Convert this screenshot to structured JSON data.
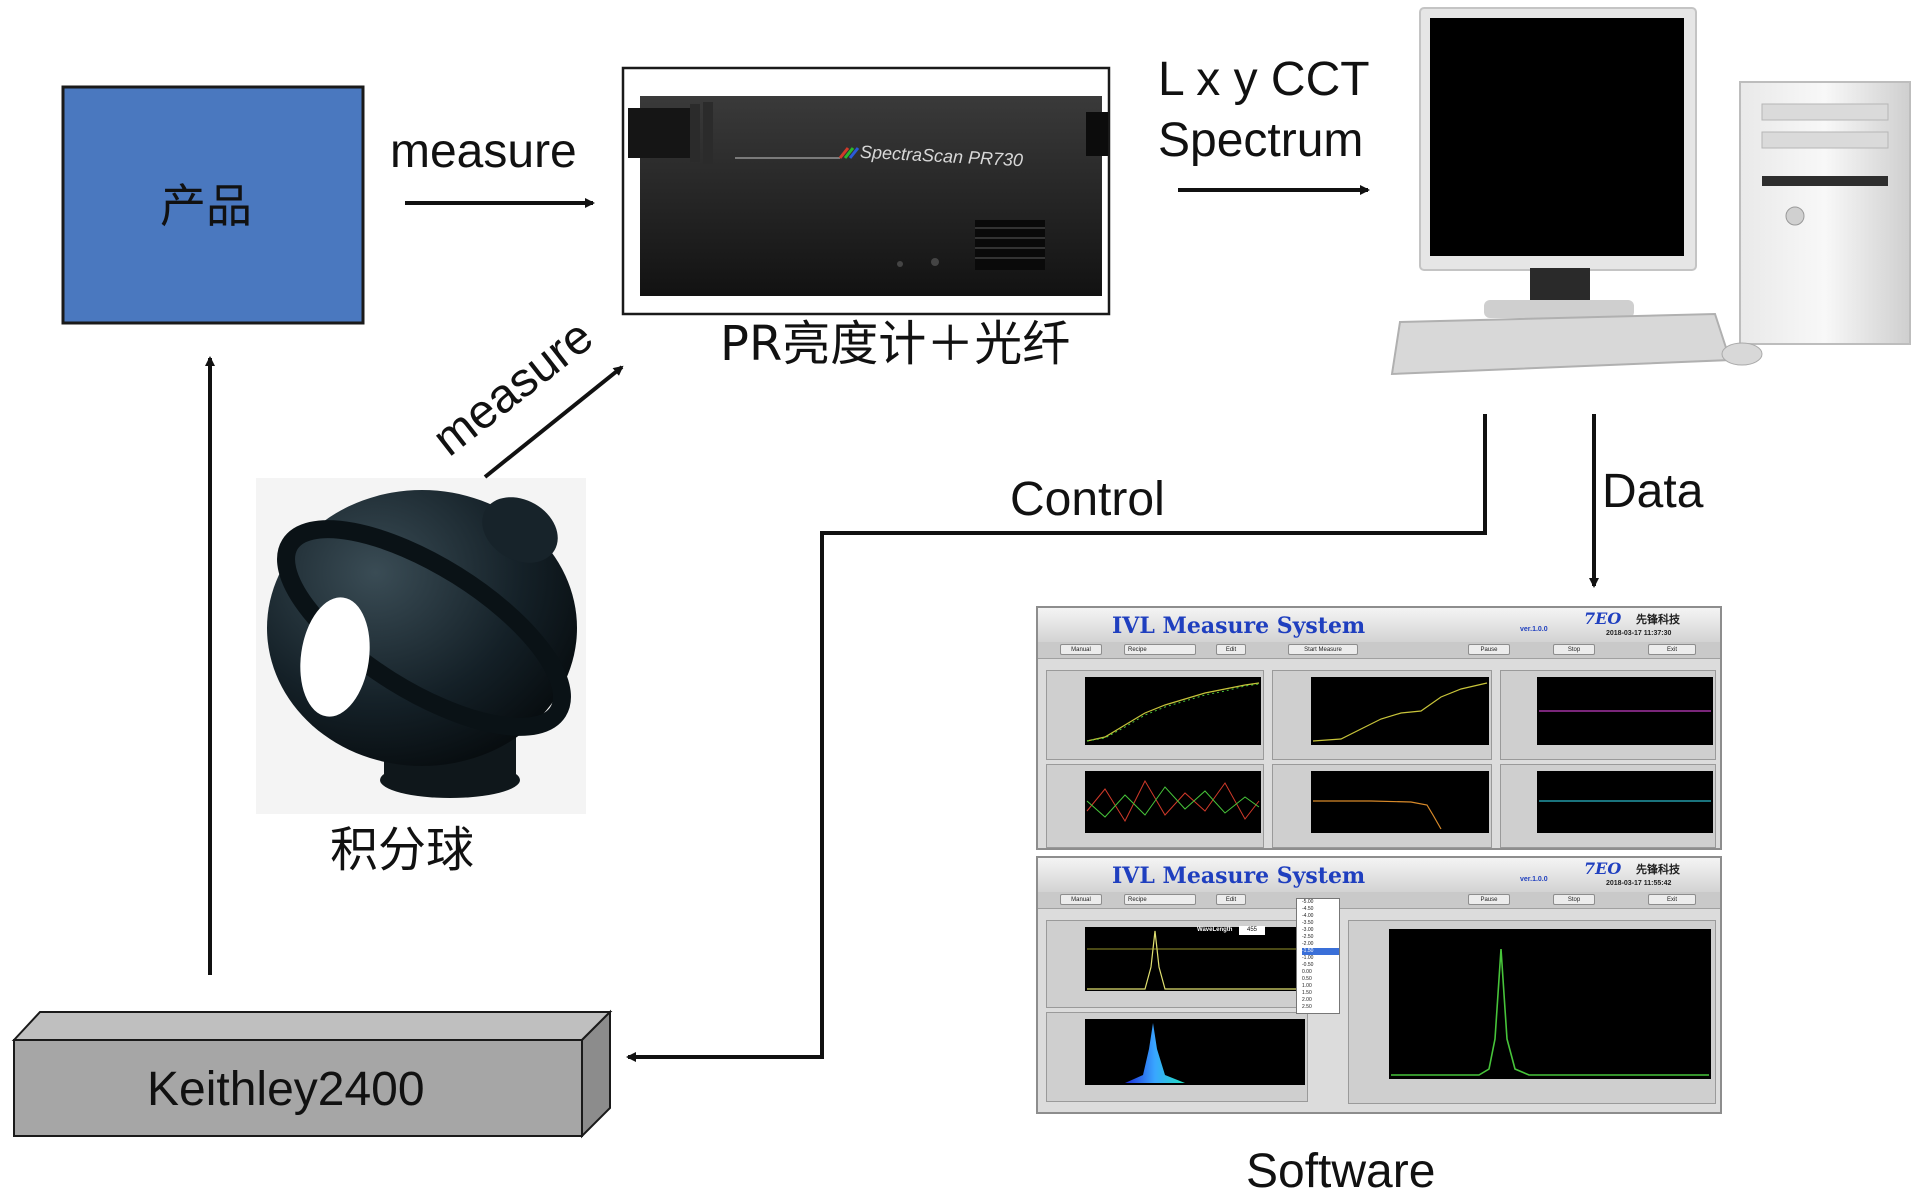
{
  "labels": {
    "product": "产品",
    "measure_top": "measure",
    "measure_diag": "measure",
    "pr_meter": "PR亮度计＋光纤",
    "output_line1": "L x y CCT",
    "output_line2": "Spectrum",
    "control": "Control",
    "data": "Data",
    "integrating_sphere": "积分球",
    "keithley": "Keithley2400",
    "software": "Software",
    "spectrascan": "SpectraScan PR730"
  },
  "software": {
    "title": "IVL Measure System",
    "version": "ver.1.0.0",
    "logo": "7EO",
    "brand": "先锋科技",
    "window1": {
      "datetime": "2018-03-17  11:37:30",
      "buttons": [
        "Manual",
        "Recipe",
        "Edit",
        "Start Measure",
        "Pause",
        "Stop",
        "Exit"
      ]
    },
    "window2": {
      "datetime": "2018-03-17  11:55:42",
      "buttons": [
        "Manual",
        "Recipe",
        "Edit",
        "Pause",
        "Stop",
        "Exit"
      ],
      "dropdown_options": [
        "-5.00",
        "-4.50",
        "-4.00",
        "-3.50",
        "-3.00",
        "-2.50",
        "-2.00",
        "-1.50",
        "-1.00",
        "-0.50",
        "0.00",
        "0.50",
        "1.00",
        "1.50",
        "2.00",
        "2.50"
      ],
      "dropdown_selected": "-1.50",
      "wavelength_label": "WaveLength",
      "wavelength_value": "455"
    }
  },
  "colors": {
    "product_fill": "#4a78bf",
    "keithley_fill": "#a6a6a6",
    "keithley_side": "#8c8c8c",
    "keithley_top": "#bfbfbf",
    "title_blue": "#1f3fbf",
    "curve_yellow": "#c8c43a",
    "curve_green": "#47c43a",
    "curve_magenta": "#c23ec2",
    "curve_red": "#d23a2a",
    "curve_orange": "#d88a2a",
    "curve_cyan": "#2ab8c8"
  }
}
